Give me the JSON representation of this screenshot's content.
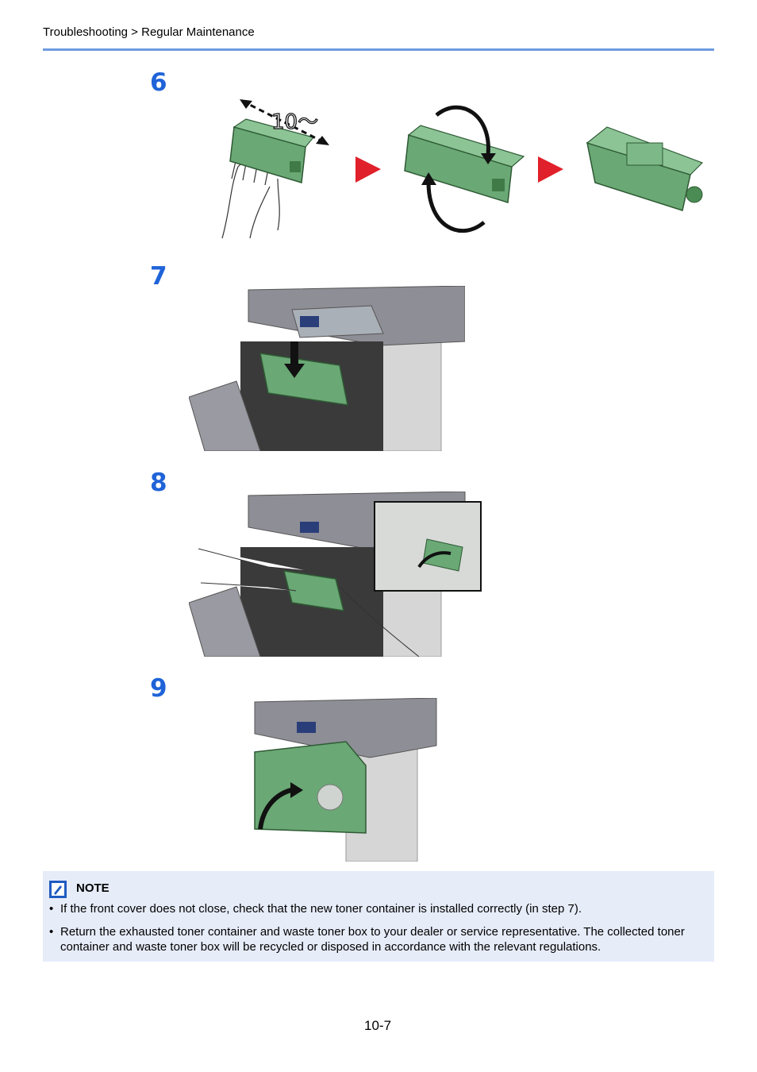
{
  "header": {
    "breadcrumb": "Troubleshooting > Regular Maintenance"
  },
  "steps": [
    {
      "number": "6",
      "shake_label": "10～"
    },
    {
      "number": "7"
    },
    {
      "number": "8"
    },
    {
      "number": "9"
    }
  ],
  "note": {
    "title": "NOTE",
    "bullet": "•",
    "items": [
      "If the front cover does not close, check that the new toner container is installed correctly (in step 7).",
      "Return the exhausted toner container and waste toner box to your dealer or service representative. The collected toner container and waste toner box will be recycled or disposed in accordance with the relevant regulations."
    ]
  },
  "footer": {
    "page_number": "10-7"
  },
  "colors": {
    "accent_blue": "#1f63d8",
    "rule_blue": "#6f9be0",
    "toner_green": "#6aa875",
    "arrow_red": "#e0202a",
    "note_bg": "#e6ecf8"
  }
}
